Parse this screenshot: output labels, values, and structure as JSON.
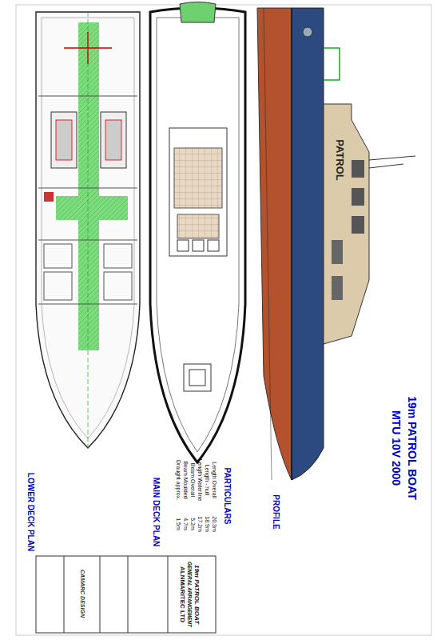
{
  "diagram": {
    "title": "19m PATROL BOAT",
    "nodes": [
      {
        "text": [
          "19m PATROL BOAT",
          "GENERAL ARRANGEMENT",
          "ALNMARITEC LTD"
        ]
      }
    ],
    "labels": [
      "MTU 10V 2000",
      "PROFILE",
      "MAIN DECK PLAN",
      "LOWER DECK PLAN",
      "PATROL",
      "PARTICULARS",
      "Length Overall",
      "20.3m",
      "Length - hull",
      "18.9m",
      "Length Waterline",
      "17.2m",
      "Beam Overall",
      "5.2m",
      "Beam Moulded",
      "4.7m",
      "Draught approx.",
      "1.5m",
      "CAMARC DESIGN"
    ]
  }
}
